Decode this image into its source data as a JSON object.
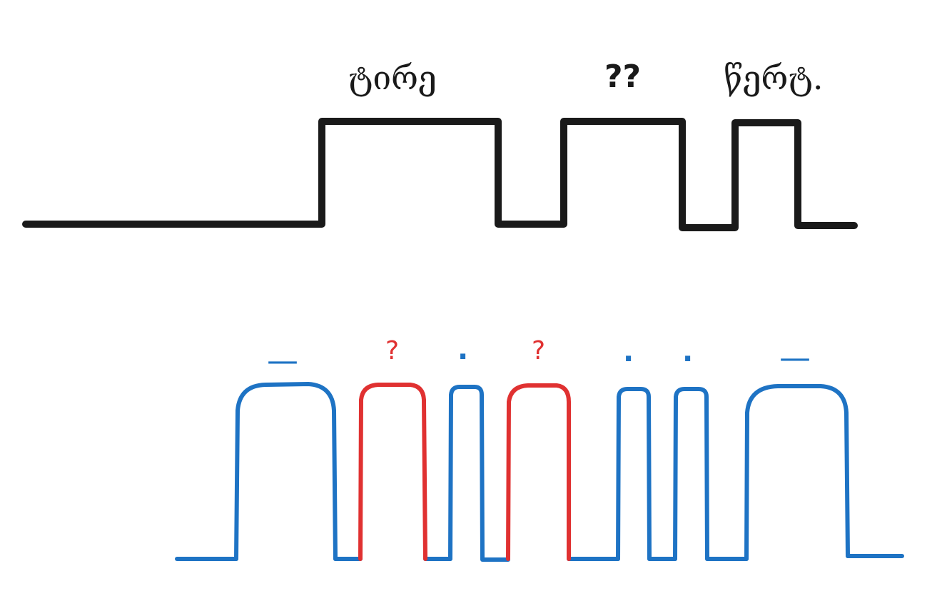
{
  "colors": {
    "top_signal": "#1a1a1a",
    "bottom_signal": "#1e73c4",
    "unknown": "#e03131"
  },
  "top_labels": {
    "dash": "ტირე",
    "unknown": "??",
    "dot": "წერტ."
  },
  "bottom_symbols": [
    "—",
    "?",
    "·",
    "?",
    "·",
    "·",
    "—"
  ],
  "bottom_symbol_kinds": [
    "dash",
    "unknown",
    "dot",
    "unknown",
    "dot",
    "dot",
    "dash"
  ]
}
